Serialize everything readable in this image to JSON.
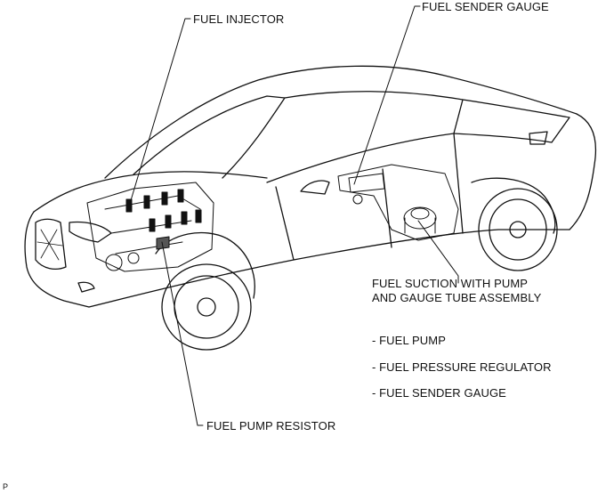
{
  "labels": {
    "fuel_injector": "FUEL INJECTOR",
    "fuel_sender_gauge": "FUEL SENDER GAUGE",
    "fuel_suction_line1": "FUEL SUCTION WITH PUMP",
    "fuel_suction_line2": "AND GAUGE TUBE ASSEMBLY",
    "sub_items": [
      "- FUEL PUMP",
      "- FUEL PRESSURE REGULATOR",
      "- FUEL SENDER GAUGE"
    ],
    "fuel_pump_resistor": "FUEL PUMP RESISTOR"
  },
  "figure_code": "P"
}
